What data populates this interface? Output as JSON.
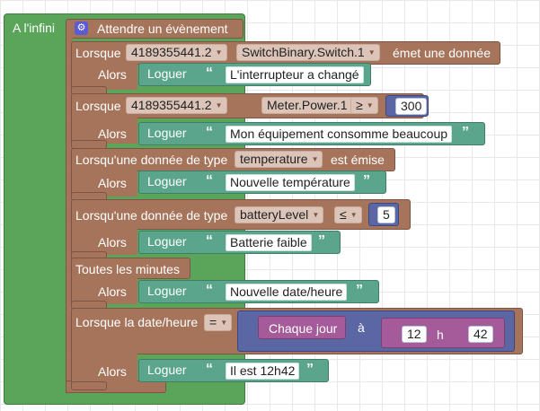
{
  "loop": {
    "label": "A l'infini"
  },
  "wait": {
    "label": "Attendre un évènement",
    "icon": "gear-icon"
  },
  "events": {
    "e1": {
      "when": "Lorsque",
      "device": "4189355441.2",
      "sensor": "SwitchBinary.Switch.1",
      "suffix": "émet une donnée",
      "then": "Alors",
      "log": "Loguer",
      "message": "L'interrupteur a changé"
    },
    "e2": {
      "when": "Lorsque",
      "device": "4189355441.2",
      "sensor": "Meter.Power.1",
      "op": "≥",
      "value": "300",
      "then": "Alors",
      "log": "Loguer",
      "message": "Mon équipement consomme beaucoup"
    },
    "e3": {
      "when": "Lorsqu'une donnée de type",
      "type": "temperature",
      "suffix": "est émise",
      "then": "Alors",
      "log": "Loguer",
      "message": "Nouvelle température"
    },
    "e4": {
      "when": "Lorsqu'une donnée de type",
      "type": "batteryLevel",
      "op": "≤",
      "value": "5",
      "then": "Alors",
      "log": "Loguer",
      "message": "Batterie faible"
    },
    "e5": {
      "when": "Toutes les minutes",
      "then": "Alors",
      "log": "Loguer",
      "message": "Nouvelle date/heure"
    },
    "e6": {
      "when": "Lorsque la date/heure",
      "op": "=",
      "schedule": "Chaque jour",
      "at": "à",
      "hour": "12",
      "h": "h",
      "minute": "42",
      "then": "Alors",
      "log": "Loguer",
      "message": "Il est 12h42"
    }
  },
  "colors": {
    "loop": "#5ba55b",
    "event": "#a5745b",
    "log": "#5ba58c",
    "compare": "#5b67a5",
    "schedule": "#a55b99"
  }
}
